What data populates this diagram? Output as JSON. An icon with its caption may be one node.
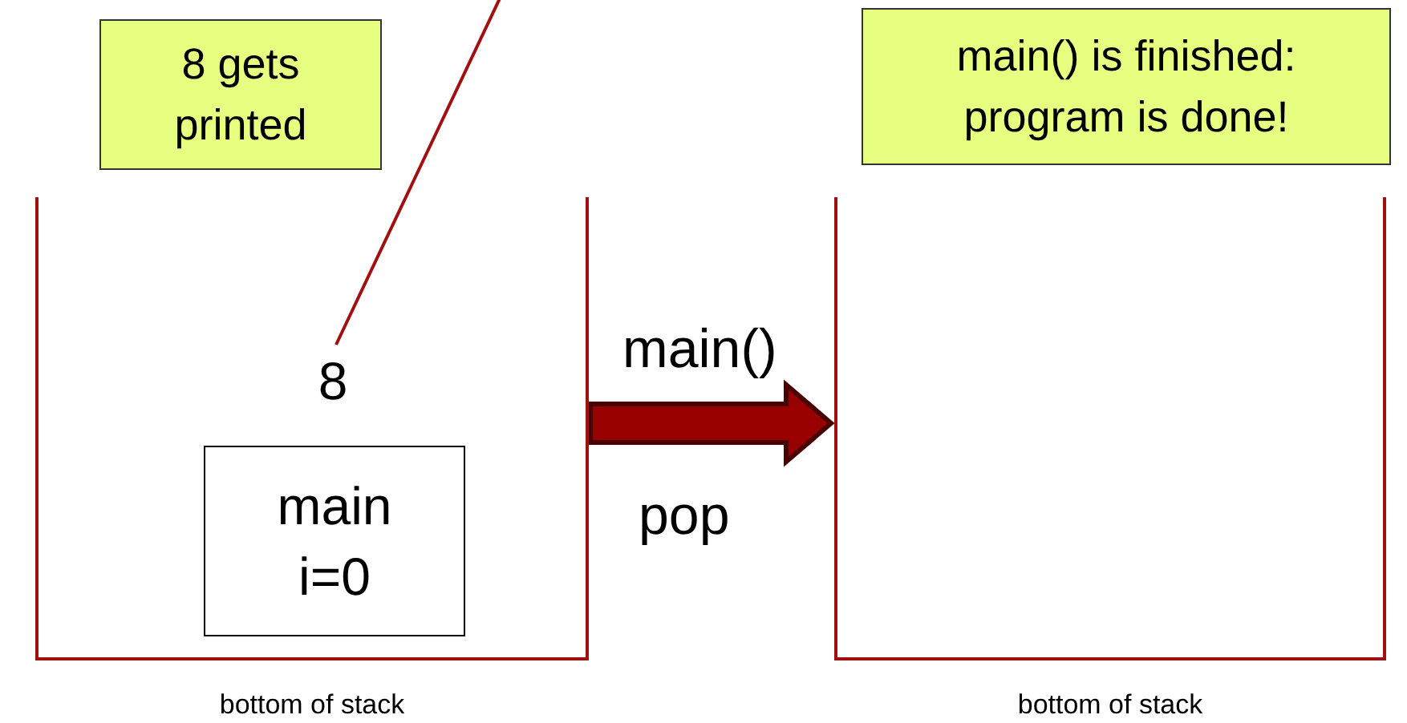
{
  "diagram": {
    "nodes": [
      {
        "text": [
          "8 gets printed"
        ]
      },
      {
        "text": [
          "bottom of stack"
        ]
      },
      {
        "text": [
          "8"
        ],
        "in": 1
      },
      {
        "text": [
          "main",
          "i=0"
        ],
        "in": 1
      },
      {
        "text": [
          "main() is finished: program is done!"
        ]
      },
      {
        "text": [
          "bottom of stack"
        ]
      }
    ],
    "edges": [
      {
        "from": null,
        "to": 2,
        "arrow": "none"
      },
      {
        "from": 1,
        "to": 5,
        "arrow": "to",
        "style": "thick"
      }
    ],
    "labels": [
      "main()",
      "pop"
    ]
  }
}
